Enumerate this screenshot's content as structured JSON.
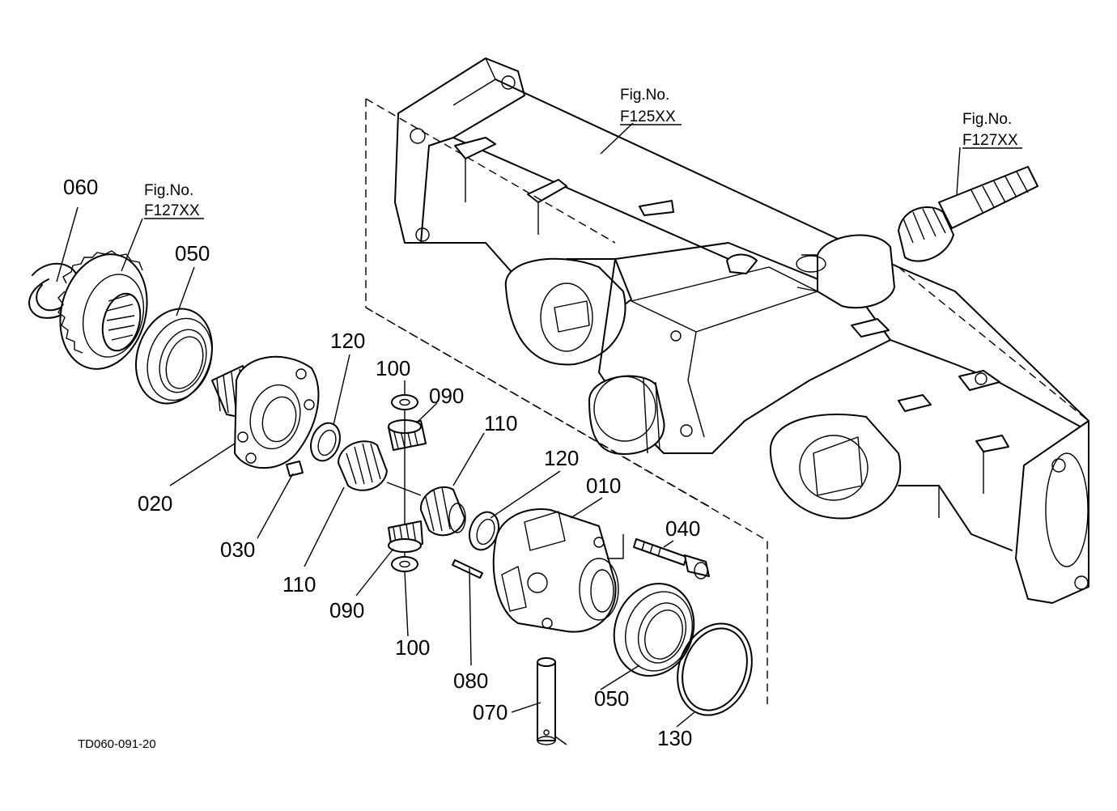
{
  "figure_refs": [
    {
      "label": "Fig.No.",
      "code": "F125XX"
    },
    {
      "label": "Fig.No.",
      "code": "F127XX"
    },
    {
      "label": "Fig.No.",
      "code": "F127XX"
    }
  ],
  "part_labels": [
    "060",
    "050",
    "120",
    "100",
    "090",
    "110",
    "120",
    "010",
    "040",
    "020",
    "030",
    "110",
    "090",
    "100",
    "080",
    "050",
    "070",
    "130"
  ],
  "drawing_code": "TD060-091-20"
}
